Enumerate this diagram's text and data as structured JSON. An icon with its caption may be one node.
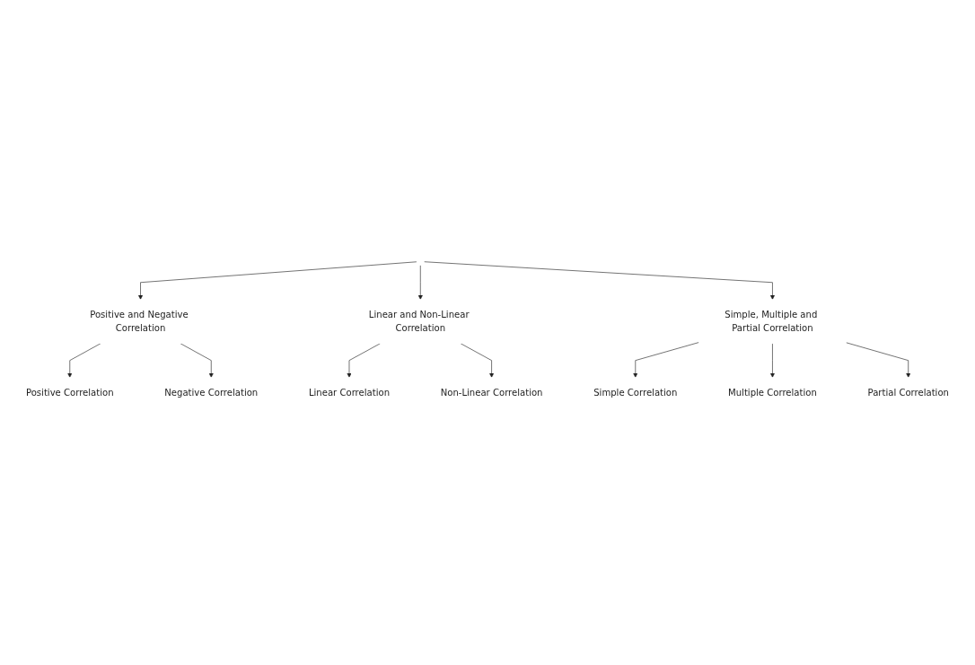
{
  "diagram": {
    "nodes": [
      {
        "text": [
          "Positive and Negative Correlation"
        ]
      },
      {
        "text": [
          "Linear and Non-Linear Correlation"
        ]
      },
      {
        "text": [
          "Simple, Multiple and Partial Correlation"
        ]
      },
      {
        "text": [
          "Positive Correlation"
        ]
      },
      {
        "text": [
          "Negative Correlation"
        ]
      },
      {
        "text": [
          "Linear Correlation"
        ]
      },
      {
        "text": [
          "Non-Linear Correlation"
        ]
      },
      {
        "text": [
          "Simple Correlation"
        ]
      },
      {
        "text": [
          "Multiple Correlation"
        ]
      },
      {
        "text": [
          "Partial Correlation"
        ]
      }
    ],
    "edges": [
      {
        "from": null,
        "to": 0,
        "arrow": "to"
      },
      {
        "from": null,
        "to": 1,
        "arrow": "to"
      },
      {
        "from": null,
        "to": 2,
        "arrow": "to"
      },
      {
        "from": 0,
        "to": 3,
        "arrow": "to"
      },
      {
        "from": 0,
        "to": 4,
        "arrow": "to"
      },
      {
        "from": 1,
        "to": 5,
        "arrow": "to"
      },
      {
        "from": 1,
        "to": 6,
        "arrow": "to"
      },
      {
        "from": 2,
        "to": 7,
        "arrow": "to"
      },
      {
        "from": 2,
        "to": 8,
        "arrow": "to"
      },
      {
        "from": 2,
        "to": 9,
        "arrow": "to"
      }
    ]
  }
}
